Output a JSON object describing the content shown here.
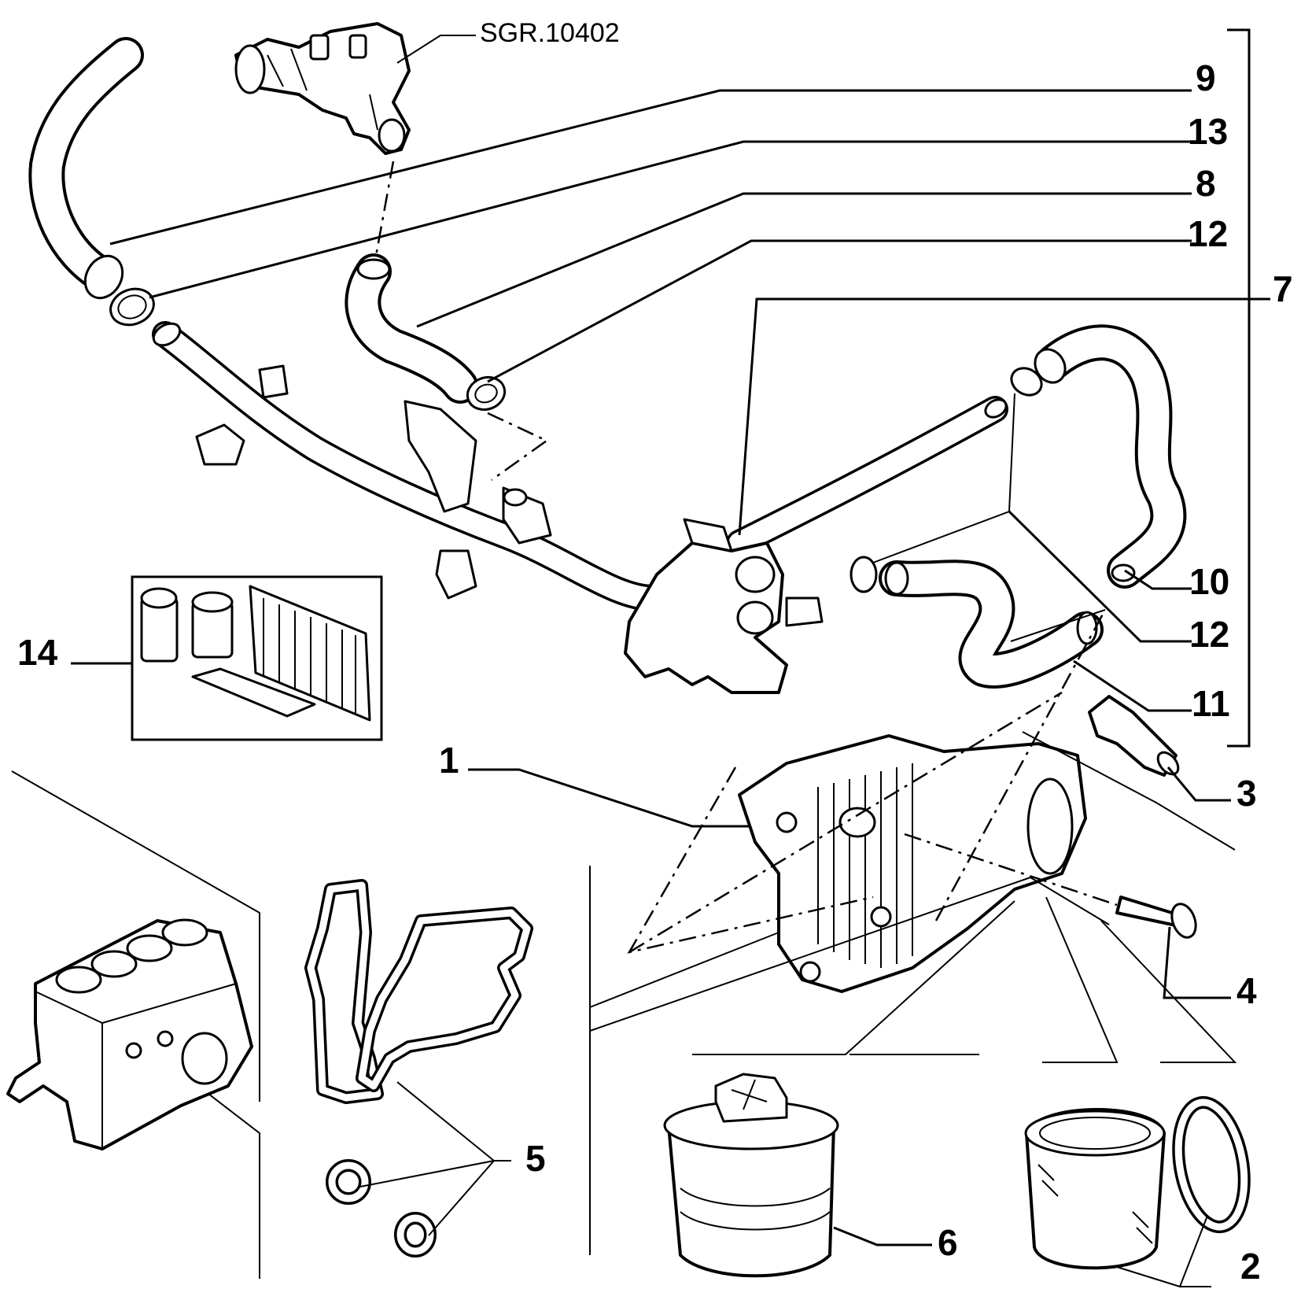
{
  "reference_code": "SGR.10402",
  "callouts": {
    "c1": "1",
    "c2": "2",
    "c3": "3",
    "c4": "4",
    "c5": "5",
    "c6": "6",
    "c7": "7",
    "c8": "8",
    "c9": "9",
    "c10": "10",
    "c11": "11",
    "c12a": "12",
    "c12b": "12",
    "c13": "13",
    "c14": "14"
  }
}
